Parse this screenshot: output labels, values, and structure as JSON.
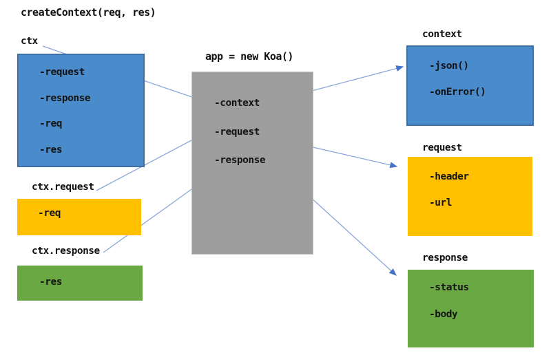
{
  "title": "createContext(req, res)",
  "colors": {
    "box_blue": "#4a8bcb",
    "box_blue_border": "#3f6fa5",
    "box_yellow": "#ffc000",
    "box_green": "#6aa843",
    "box_gray": "#9e9e9e",
    "arrow_line": "#8aa5da",
    "arrow_head": "#4472c4",
    "text": "#141414"
  },
  "diagram": {
    "left_column": {
      "ctx": {
        "label": "ctx",
        "items": [
          "-request",
          "-response",
          "-req",
          "-res"
        ]
      },
      "ctx_request": {
        "label": "ctx.request",
        "items": [
          "-req"
        ]
      },
      "ctx_response": {
        "label": "ctx.response",
        "items": [
          "-res"
        ]
      }
    },
    "center": {
      "app": {
        "label": "app = new Koa()",
        "items": [
          "-context",
          "-request",
          "-response"
        ]
      }
    },
    "right_column": {
      "context": {
        "label": "context",
        "items": [
          "-json()",
          "-onError()"
        ]
      },
      "request": {
        "label": "request",
        "items": [
          "-header",
          "-url"
        ]
      },
      "response": {
        "label": "response",
        "items": [
          "-status",
          "-body"
        ]
      }
    }
  },
  "connections": [
    "ctx -> app.-context",
    "ctx.request -> app.-request",
    "ctx.response -> app.-response",
    "app.-context -> context",
    "app.-request -> request",
    "app.-response -> response"
  ]
}
